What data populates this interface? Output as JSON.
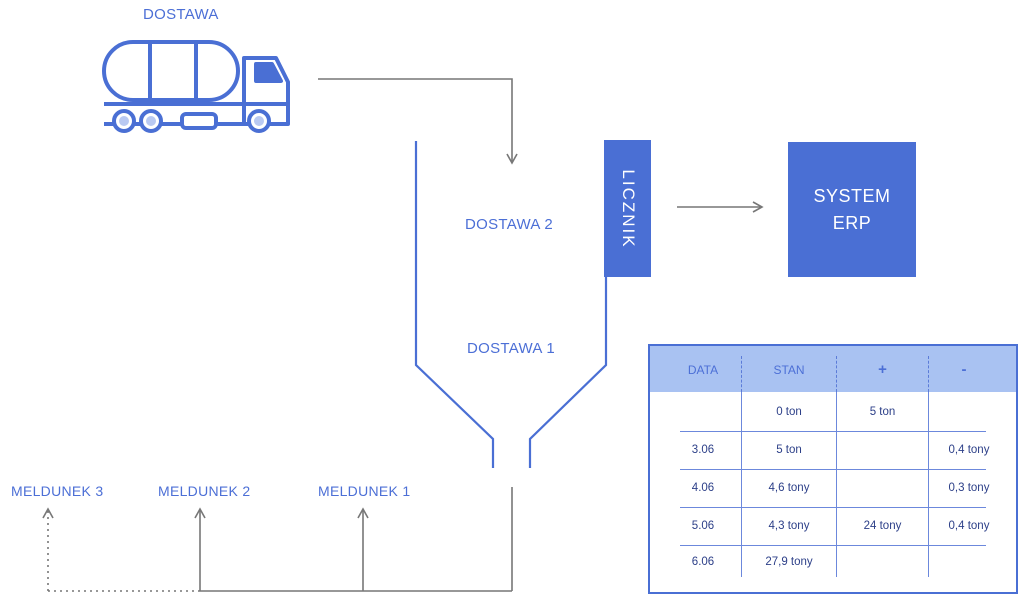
{
  "labels": {
    "dostawa": "DOSTAWA",
    "dostawa2": "DOSTAWA 2",
    "dostawa1": "DOSTAWA 1",
    "licznik": "LICZNIK",
    "system_erp_line1": "SYSTEM",
    "system_erp_line2": "ERP",
    "meldunek3": "MELDUNEK 3",
    "meldunek2": "MELDUNEK 2",
    "meldunek1": "MELDUNEK 1"
  },
  "icons": {
    "truck": "tanker-truck-icon"
  },
  "colors": {
    "accent": "#4a6fd4",
    "label": "#4c6fd6",
    "table_header": "#a9c2f2",
    "arrow": "#777777"
  },
  "table": {
    "headers": [
      "DATA",
      "STAN",
      "+",
      "-"
    ],
    "rows": [
      [
        "",
        "0 ton",
        "5 ton",
        ""
      ],
      [
        "3.06",
        "5 ton",
        "",
        "0,4 tony"
      ],
      [
        "4.06",
        "4,6 tony",
        "",
        "0,3 tony"
      ],
      [
        "5.06",
        "4,3 tony",
        "24 tony",
        "0,4 tony"
      ],
      [
        "6.06",
        "27,9 tony",
        "",
        ""
      ]
    ]
  }
}
